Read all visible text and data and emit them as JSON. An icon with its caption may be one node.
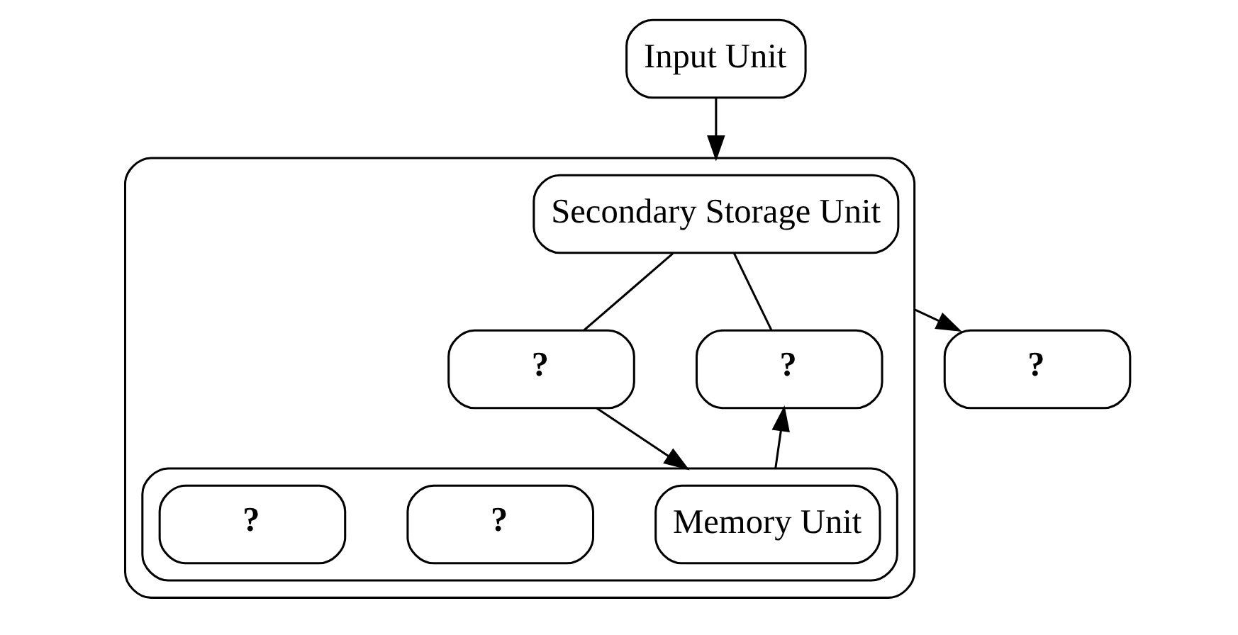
{
  "diagram": {
    "nodes": [
      {
        "text": [
          "Input Unit"
        ]
      },
      {
        "text": [],
        "shape": "box"
      },
      {
        "text": [
          "Secondary Storage Unit"
        ],
        "in": 1
      },
      {
        "text": [
          "?"
        ],
        "in": 1
      },
      {
        "text": [
          "?"
        ],
        "in": 1
      },
      {
        "text": [],
        "shape": "box",
        "in": 1
      },
      {
        "text": [
          "Memory Unit"
        ],
        "in": 5
      },
      {
        "text": [
          "?"
        ],
        "in": 5
      },
      {
        "text": [
          "?"
        ],
        "in": 5
      },
      {
        "text": [
          "?"
        ]
      }
    ],
    "edges": [
      {
        "from": 0,
        "to": 1,
        "arrow": "to"
      },
      {
        "from": 2,
        "to": 3,
        "arrow": "none"
      },
      {
        "from": 2,
        "to": 4,
        "arrow": "none"
      },
      {
        "from": 3,
        "to": 5,
        "arrow": "to"
      },
      {
        "from": 5,
        "to": 4,
        "arrow": "to"
      },
      {
        "from": 1,
        "to": 9,
        "arrow": "to"
      }
    ]
  }
}
